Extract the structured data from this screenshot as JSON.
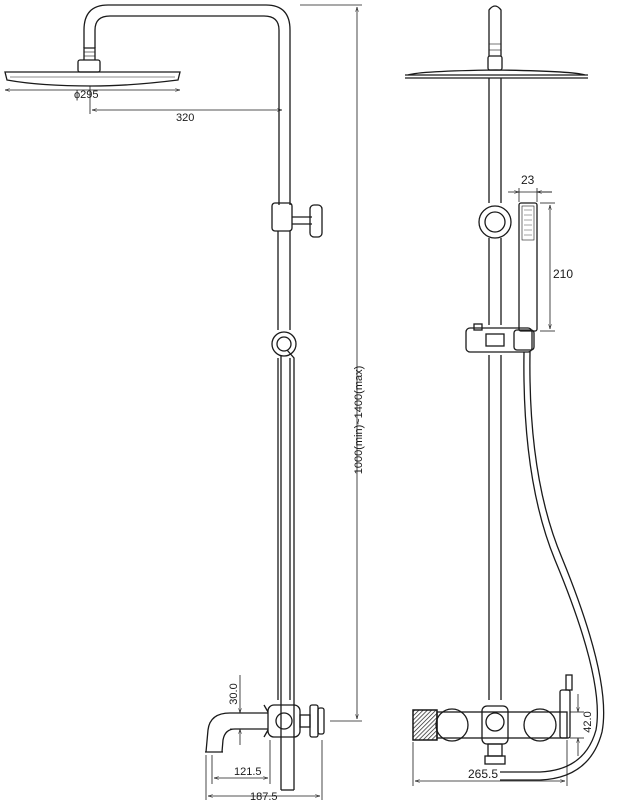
{
  "dimensions": {
    "head_diameter": "ϕ295",
    "arm_reach": "320",
    "total_height": "1000(min)~1400(max)",
    "spout_height": "30.0",
    "spout_projection": "121.5",
    "mixer_projection": "187.5",
    "handset_width": "23",
    "handset_length": "210",
    "mixer_height": "42.0",
    "mixer_width": "265.5"
  },
  "colors": {
    "line": "#1a1a1a",
    "background": "#ffffff",
    "hatch": "#1a1a1a"
  }
}
